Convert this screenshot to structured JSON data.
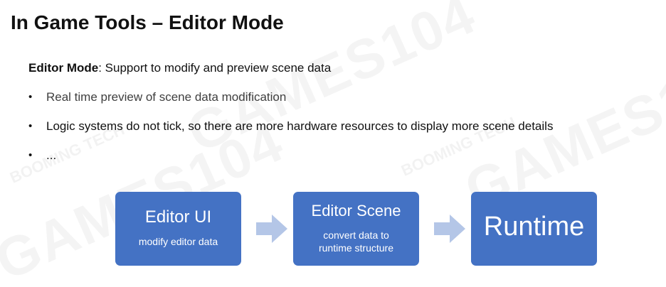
{
  "slide": {
    "title": "In Game Tools – Editor Mode",
    "lead": {
      "term": "Editor Mode",
      "rest": ": Support to modify and preview scene data"
    },
    "bullets": [
      {
        "marker": "•",
        "text": "Real time preview of scene data modification"
      },
      {
        "marker": "•",
        "text": "Logic systems do not tick, so there are more hardware resources to display more scene details"
      },
      {
        "marker": "•",
        "text": "..."
      }
    ]
  },
  "flow": {
    "box_color": "#4472c4",
    "arrow_color": "#b4c6e7",
    "boxes": [
      {
        "title": "Editor UI",
        "subtitle": "modify editor data"
      },
      {
        "title": "Editor Scene",
        "subtitle_line1": "convert data to",
        "subtitle_line2": "runtime structure"
      },
      {
        "title": "Runtime"
      }
    ]
  },
  "watermark": {
    "brand": "GAMES104",
    "sub": "BOOMING TECH"
  }
}
